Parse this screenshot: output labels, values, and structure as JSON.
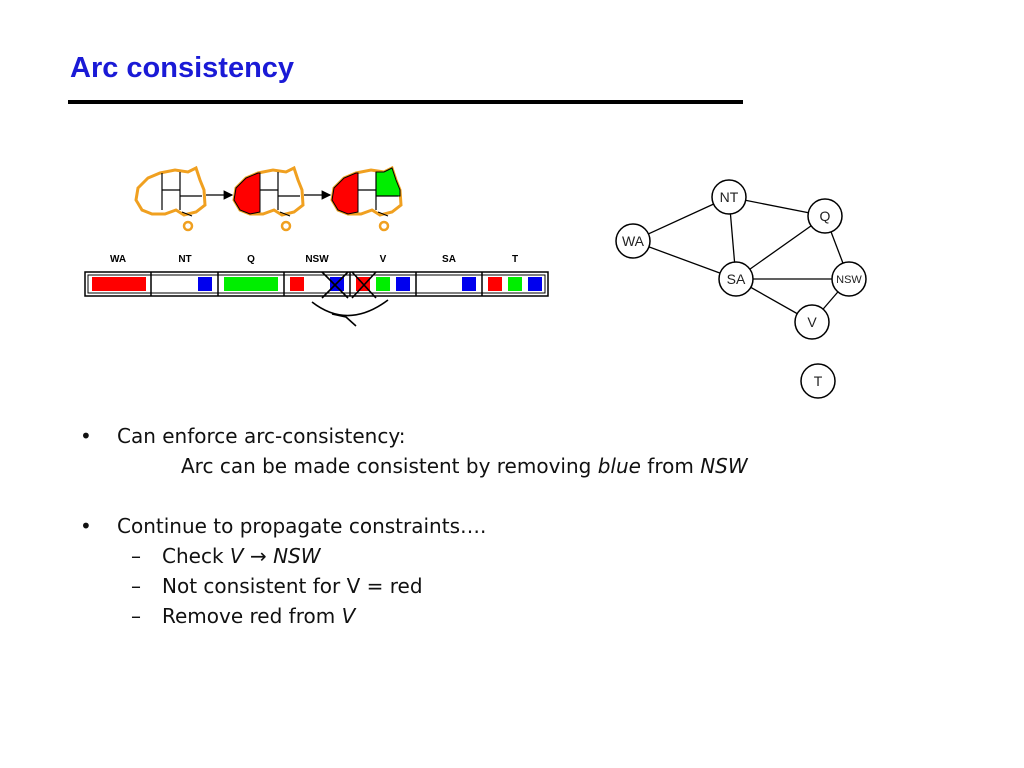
{
  "slide": {
    "title": "Arc consistency"
  },
  "csp_domains": {
    "variables": [
      "WA",
      "NT",
      "Q",
      "NSW",
      "V",
      "SA",
      "T"
    ],
    "colors": {
      "red": "#ff0000",
      "green": "#00ee00",
      "blue": "#0000ee"
    }
  },
  "constraint_graph": {
    "nodes": [
      "NT",
      "Q",
      "WA",
      "SA",
      "NSW",
      "V",
      "T"
    ]
  },
  "bullets": {
    "b1": "Can enforce arc-consistency:",
    "b1_sub_pre": "Arc can be made consistent by removing ",
    "b1_sub_em1": "blue",
    "b1_sub_mid": " from ",
    "b1_sub_em2": "NSW",
    "b2": "Continue to propagate constraints….",
    "d1_pre": "Check ",
    "d1_em1": "V",
    "d1_arrow": "→",
    "d1_em2": "NSW",
    "d2": "Not consistent for V = red",
    "d3_pre": "Remove red from ",
    "d3_em": "V",
    "dash": "–",
    "dot": "•"
  }
}
